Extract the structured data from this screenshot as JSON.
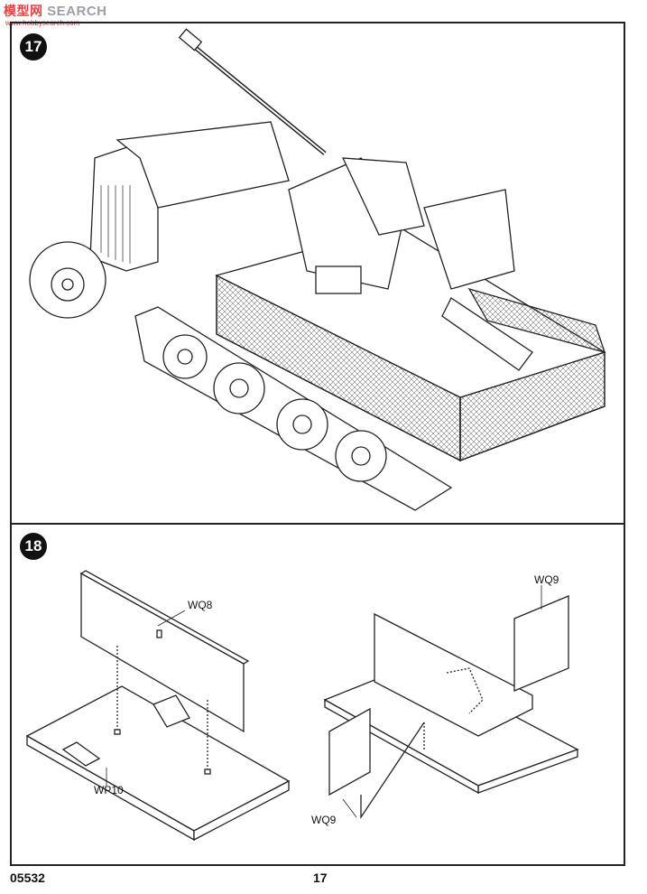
{
  "watermark": {
    "chinese": "模型网",
    "latin": "SEARCH",
    "sub": "www.hobbysearch.com"
  },
  "steps": {
    "step17": "17",
    "step18": "18"
  },
  "parts": {
    "wq8": "WQ8",
    "wq9_top": "WQ9",
    "wq9_bottom": "WQ9",
    "wp10": "WP10"
  },
  "footer": {
    "kit_number": "05532",
    "page_number": "17"
  }
}
